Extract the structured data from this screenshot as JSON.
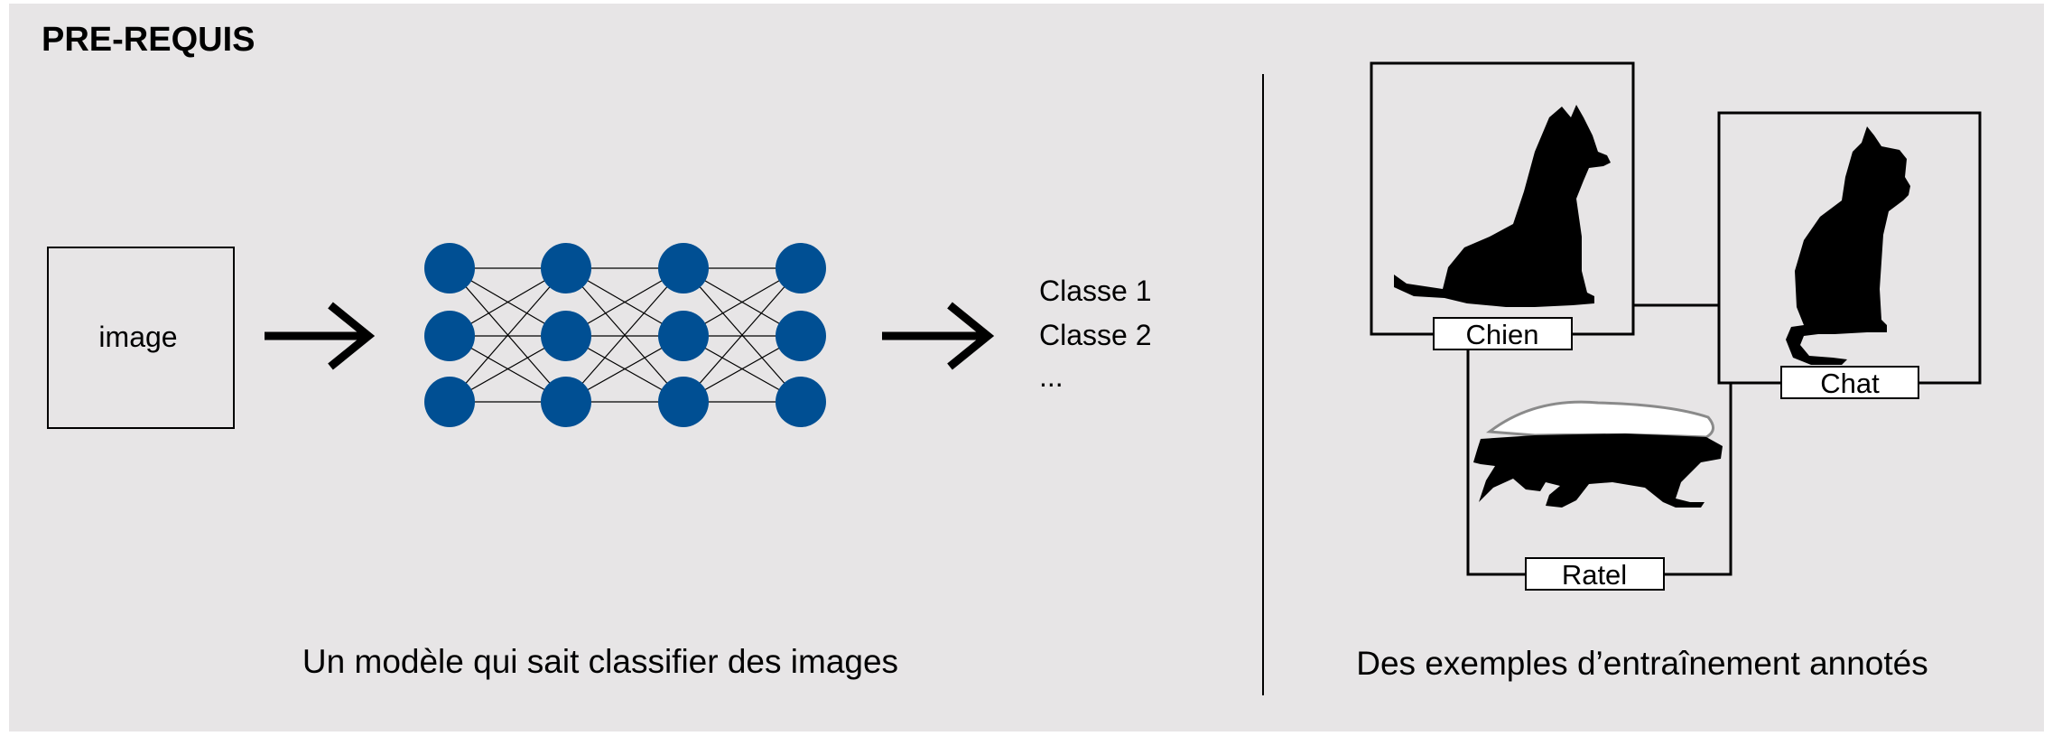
{
  "title": "PRE-REQUIS",
  "left": {
    "input_label": "image",
    "outputs": [
      "Classe 1",
      "Classe 2",
      "..."
    ],
    "caption": "Un modèle qui sait classifier des images"
  },
  "right": {
    "labels": {
      "dog": "Chien",
      "cat": "Chat",
      "badger": "Ratel"
    },
    "caption": "Des exemples d’entraînement annotés"
  },
  "colors": {
    "background": "#e7e5e6",
    "node": "#004f93",
    "ink": "#000000"
  },
  "icons": [
    "right-arrow-icon",
    "dog-icon",
    "cat-icon",
    "honey-badger-icon"
  ]
}
